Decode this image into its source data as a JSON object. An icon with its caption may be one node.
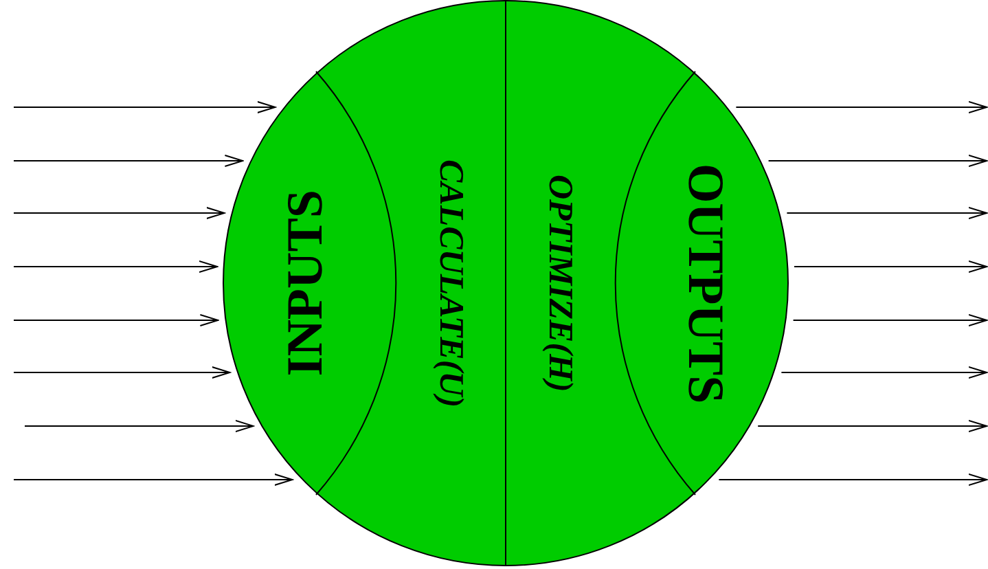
{
  "diagram": {
    "nodes": [
      {
        "text": [],
        "shape": "circle"
      },
      {
        "text": [
          "INPUTS"
        ],
        "in": 0
      },
      {
        "text": [
          "CALCULATE(U)"
        ],
        "in": 0
      },
      {
        "text": [
          "OPTIMIZE(H)"
        ],
        "in": 0
      },
      {
        "text": [
          "OUTPUTS"
        ],
        "in": 0
      }
    ],
    "edges": [
      {
        "from": null,
        "to": 1,
        "arrow": "to"
      },
      {
        "from": null,
        "to": 1,
        "arrow": "to"
      },
      {
        "from": null,
        "to": 1,
        "arrow": "to"
      },
      {
        "from": null,
        "to": 1,
        "arrow": "to"
      },
      {
        "from": null,
        "to": 1,
        "arrow": "to"
      },
      {
        "from": null,
        "to": 1,
        "arrow": "to"
      },
      {
        "from": null,
        "to": 1,
        "arrow": "to"
      },
      {
        "from": null,
        "to": 1,
        "arrow": "to"
      },
      {
        "from": 4,
        "to": null,
        "arrow": "to"
      },
      {
        "from": 4,
        "to": null,
        "arrow": "to"
      },
      {
        "from": 4,
        "to": null,
        "arrow": "to"
      },
      {
        "from": 4,
        "to": null,
        "arrow": "to"
      },
      {
        "from": 4,
        "to": null,
        "arrow": "to"
      },
      {
        "from": 4,
        "to": null,
        "arrow": "to"
      },
      {
        "from": 4,
        "to": null,
        "arrow": "to"
      },
      {
        "from": 4,
        "to": null,
        "arrow": "to"
      }
    ]
  }
}
